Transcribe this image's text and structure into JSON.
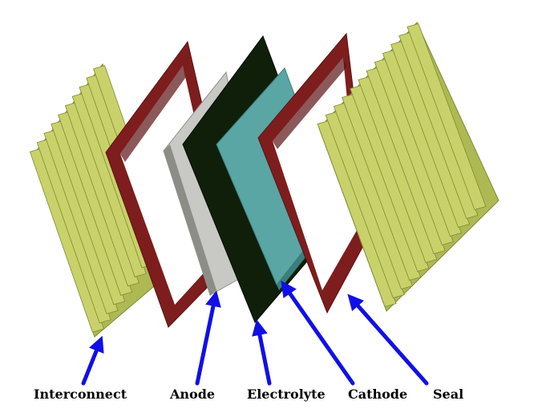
{
  "labels": {
    "interconnect": "Interconnect",
    "anode": "Anode",
    "electrolyte": "Electrolyte",
    "cathode": "Cathode",
    "seal": "Seal"
  },
  "colors": {
    "interconnect_face": "#aeb953",
    "interconnect_ridge": "#c9d16a",
    "interconnect_shadow": "#7f8a35",
    "seal": "#7e1d1d",
    "seal_dark": "#5a1212",
    "anode": "#c8c8c4",
    "anode_edge": "#8d8d88",
    "electrolyte": "#0f1f0a",
    "cathode": "#5aa6a4",
    "cathode_edge": "#3a7f7d",
    "arrow": "#1010e6"
  }
}
